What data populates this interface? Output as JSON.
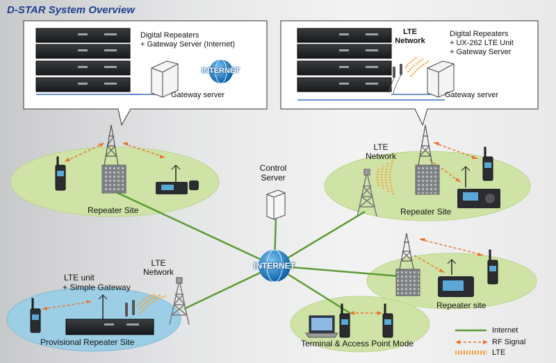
{
  "title": "D-STAR System Overview",
  "callout_left": {
    "lines": [
      "Digital Repeaters",
      "+ Gateway Server (Internet)"
    ],
    "internet": "INTERNET",
    "gateway_label": "Gateway server"
  },
  "callout_right": {
    "lte_lines": [
      "LTE",
      "Network"
    ],
    "lines": [
      "Digital Repeaters",
      "+ UX-262  LTE Unit",
      "+ Gateway Server"
    ],
    "gateway_label": "Gateway server"
  },
  "sites": {
    "left_repeater": "Repeater Site",
    "right_repeater": "Repeater Site",
    "repeater_site_small": "Repeater site",
    "provisional": "Provisional Repeater Site",
    "terminal": "Terminal & Access Point Mode"
  },
  "control_server": [
    "Control",
    "Server"
  ],
  "internet_hub": "INTERNET",
  "lte_network_right": [
    "LTE",
    "Network"
  ],
  "lte_network_bottom": [
    "LTE",
    "Network"
  ],
  "lte_unit": [
    "LTE unit",
    "+ Simple Gateway"
  ],
  "legend": {
    "internet": "Internet",
    "rf": "RF Signal",
    "lte": "LTE",
    "colors": {
      "internet": "#5b9a32",
      "rf": "#e8742a",
      "lte": "#f2a23a"
    }
  },
  "colors": {
    "title": "#1c3f8e",
    "site_fill": "#cfe3a6",
    "provisional_fill": "#9ccfe6",
    "tower": "#8a8d90"
  }
}
